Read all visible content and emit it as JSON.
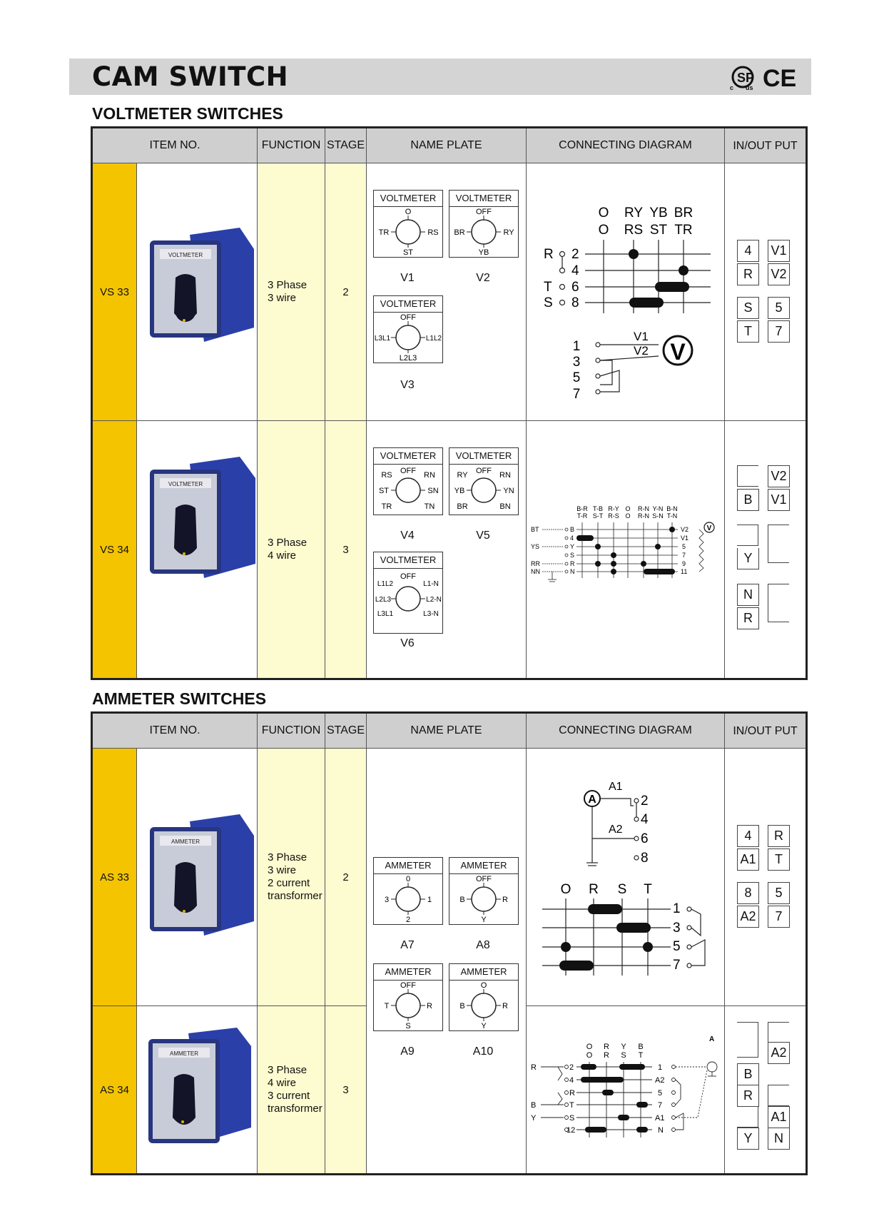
{
  "header": {
    "title": "CAM SWITCH",
    "certifications": [
      "c",
      "us",
      "CE"
    ]
  },
  "voltmeter": {
    "section_title": "VOLTMETER SWITCHES",
    "columns": [
      "ITEM NO.",
      "FUNCTION",
      "STAGE",
      "NAME PLATE",
      "CONNECTING DIAGRAM",
      "IN/OUT PUT"
    ],
    "rows": [
      {
        "item": "VS 33",
        "function": [
          "3 Phase",
          "3 wire"
        ],
        "stage": "2",
        "plates": [
          {
            "head": "VOLTMETER",
            "code": "V1",
            "labels": {
              "top": "O",
              "left": "TR",
              "right": "RS",
              "bottom": "ST"
            }
          },
          {
            "head": "VOLTMETER",
            "code": "V2",
            "labels": {
              "top": "OFF",
              "left": "BR",
              "right": "RY",
              "bottom": "YB"
            }
          },
          {
            "head": "VOLTMETER",
            "code": "V3",
            "labels": {
              "top": "OFF",
              "left": "L3L1",
              "right": "L1L2",
              "bottom": "L2L3"
            }
          }
        ],
        "diagram": {
          "cols1": [
            "O",
            "RY",
            "YB",
            "BR"
          ],
          "cols2": [
            "O",
            "RS",
            "ST",
            "TR"
          ],
          "rows": [
            "2",
            "4",
            "6",
            "8"
          ],
          "inputs": [
            "R",
            "T",
            "S"
          ],
          "meter_rows": [
            "1",
            "3",
            "5",
            "7"
          ],
          "meter_labels": [
            "V1",
            "V2"
          ],
          "meter": "V"
        },
        "io": [
          "4",
          "V1",
          "R",
          "V2",
          "S",
          "5",
          "T",
          "7"
        ]
      },
      {
        "item": "VS 34",
        "function": [
          "3 Phase",
          "4 wire"
        ],
        "stage": "3",
        "plates": [
          {
            "head": "VOLTMETER",
            "code": "V4",
            "labels": {
              "top": "OFF",
              "tl": "RS",
              "tr": "RN",
              "left": "ST",
              "right": "SN",
              "bl": "TR",
              "br": "TN"
            }
          },
          {
            "head": "VOLTMETER",
            "code": "V5",
            "labels": {
              "top": "OFF",
              "tl": "RY",
              "tr": "RN",
              "left": "YB",
              "right": "YN",
              "bl": "BR",
              "br": "BN"
            }
          },
          {
            "head": "VOLTMETER",
            "code": "V6",
            "labels": {
              "top": "OFF",
              "tl": "L1L2",
              "tr": "L1-N",
              "left": "L2L3",
              "right": "L2-N",
              "bl": "L3L1",
              "br": "L3-N"
            }
          }
        ],
        "diagram": {
          "cols1": [
            "B-R",
            "T-B",
            "R-Y",
            "O",
            "R-N",
            "Y-N",
            "B-N"
          ],
          "cols2": [
            "T-R",
            "S-T",
            "R-S",
            "O",
            "R-N",
            "S-N",
            "T-N"
          ],
          "left_rows": [
            "B",
            "4",
            "Y",
            "S",
            "R",
            "N"
          ],
          "inputs": [
            "BT",
            "YS",
            "RR",
            "NN"
          ],
          "right_rows": [
            "V2",
            "V1",
            "5",
            "7",
            "9",
            "11"
          ],
          "meter": "V"
        },
        "io": [
          "V2",
          "B",
          "V1",
          "Y",
          "N",
          "R"
        ]
      }
    ]
  },
  "ammeter": {
    "section_title": "AMMETER SWITCHES",
    "columns": [
      "ITEM NO.",
      "FUNCTION",
      "STAGE",
      "NAME PLATE",
      "CONNECTING DIAGRAM",
      "IN/OUT PUT"
    ],
    "rows": [
      {
        "item": "AS 33",
        "function": [
          "3 Phase",
          "3 wire",
          "2 current",
          "transformer"
        ],
        "stage": "2",
        "diagram": {
          "meter": "A",
          "meter_labels": [
            "A1",
            "A2"
          ],
          "top_rows": [
            "2",
            "4",
            "6",
            "8"
          ],
          "cols": [
            "O",
            "R",
            "S",
            "T"
          ],
          "rows": [
            "1",
            "3",
            "5",
            "7"
          ]
        },
        "io": [
          "4",
          "R",
          "A1",
          "T",
          "8",
          "5",
          "A2",
          "7"
        ]
      },
      {
        "item": "AS 34",
        "function": [
          "3 Phase",
          "4 wire",
          "3 current",
          "transformer"
        ],
        "stage": "3",
        "diagram": {
          "cols1": [
            "O",
            "R",
            "Y",
            "B"
          ],
          "cols2": [
            "O",
            "R",
            "S",
            "T"
          ],
          "left_rows": [
            "2",
            "4",
            "R",
            "T",
            "S",
            "12"
          ],
          "inputs": [
            "R",
            "B",
            "Y"
          ],
          "right_rows": [
            "1",
            "A2",
            "5",
            "7",
            "A1",
            "N"
          ],
          "meter": "A"
        },
        "io": [
          "A2",
          "B",
          "R",
          "A1",
          "Y",
          "N"
        ]
      }
    ],
    "plates": [
      {
        "head": "AMMETER",
        "code": "A7",
        "labels": {
          "top": "0",
          "left": "3",
          "right": "1",
          "bottom": "2"
        }
      },
      {
        "head": "AMMETER",
        "code": "A8",
        "labels": {
          "top": "OFF",
          "left": "B",
          "right": "R",
          "bottom": "Y"
        }
      },
      {
        "head": "AMMETER",
        "code": "A9",
        "labels": {
          "top": "OFF",
          "left": "T",
          "right": "R",
          "bottom": "S"
        }
      },
      {
        "head": "AMMETER",
        "code": "A10",
        "labels": {
          "top": "O",
          "left": "B",
          "right": "R",
          "bottom": "Y"
        }
      }
    ]
  },
  "photo_labels": {
    "vs": "VOLTMETER",
    "as": "AMMETER"
  },
  "colors": {
    "item_col": "#f4c400",
    "function_col": "#fdfbd0",
    "header_bg": "#cfcfcf",
    "switch_blue": "#2b3fa8",
    "knob": "#141428"
  }
}
